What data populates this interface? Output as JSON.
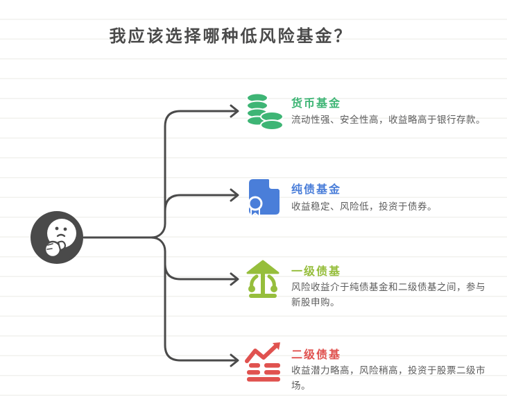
{
  "page": {
    "title": "我应该选择哪种低风险基金？"
  },
  "thinker": {
    "icon": "thinking-face-icon"
  },
  "connector": {
    "icon": "branch-arrows",
    "color": "#4a4a4a"
  },
  "items": [
    {
      "title": "货币基金",
      "desc": "流动性强、安全性高，收益略高于银行存款。",
      "icon": "coin-stack-icon",
      "color": "#3eb575"
    },
    {
      "title": "纯债基金",
      "desc": "收益稳定、风险低，投资于债券。",
      "icon": "bond-certificate-icon",
      "color": "#4a7ed9"
    },
    {
      "title": "一级债基",
      "desc": "风险收益介于纯债基金和二级债基之间，参与新股申购。",
      "icon": "balance-scale-icon",
      "color": "#96be3c"
    },
    {
      "title": "二级债基",
      "desc": "收益潜力略高，风险稍高，投资于股票二级市场。",
      "icon": "trend-up-chart-icon",
      "color": "#e0524f"
    }
  ],
  "colors": {
    "line": "#4a4a4a",
    "title_text": "#4a4a4a",
    "desc_text": "#5b5b5b",
    "ruled_line": "#f1f1ee",
    "background": "#ffffff"
  }
}
